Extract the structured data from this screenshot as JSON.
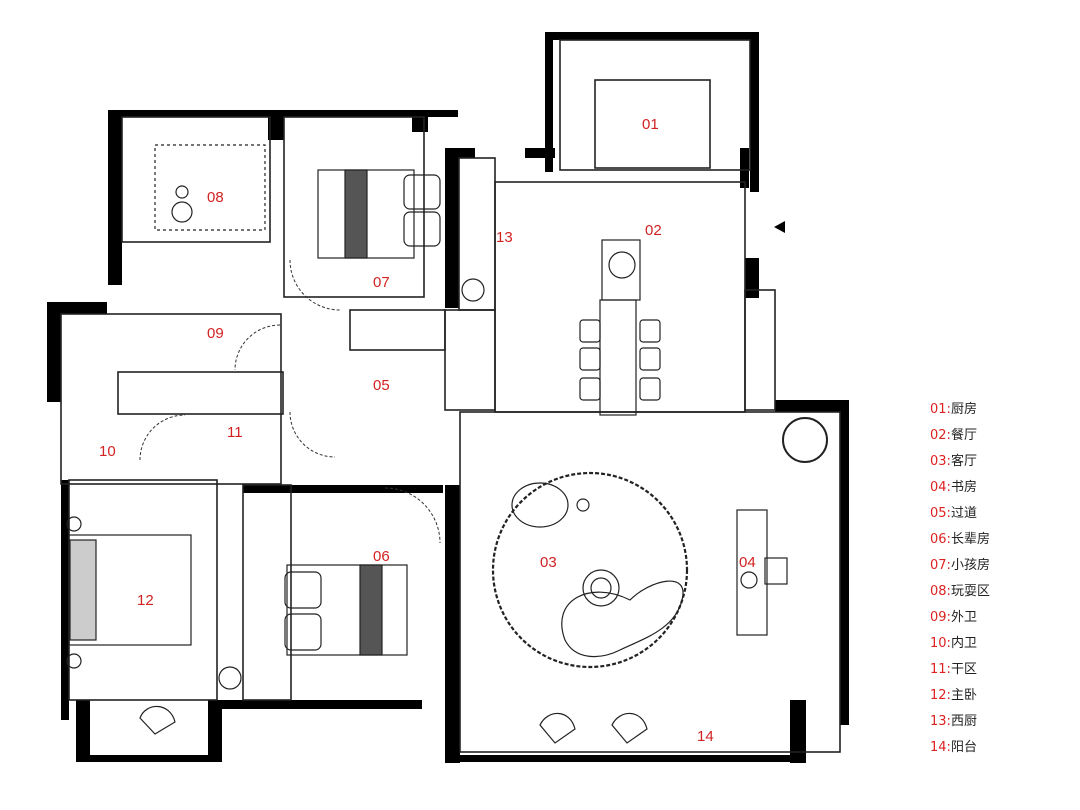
{
  "colors": {
    "wall": "#000000",
    "line": "#333333",
    "label": "#d22222"
  },
  "rooms": [
    {
      "code": "01",
      "name": "厨房"
    },
    {
      "code": "02",
      "name": "餐厅"
    },
    {
      "code": "03",
      "name": "客厅"
    },
    {
      "code": "04",
      "name": "书房"
    },
    {
      "code": "05",
      "name": "过道"
    },
    {
      "code": "06",
      "name": "长辈房"
    },
    {
      "code": "07",
      "name": "小孩房"
    },
    {
      "code": "08",
      "name": "玩耍区"
    },
    {
      "code": "09",
      "name": "外卫"
    },
    {
      "code": "10",
      "name": "内卫"
    },
    {
      "code": "11",
      "name": "干区"
    },
    {
      "code": "12",
      "name": "主卧"
    },
    {
      "code": "13",
      "name": "西厨"
    },
    {
      "code": "14",
      "name": "阳台"
    }
  ],
  "legend_separator": ":"
}
